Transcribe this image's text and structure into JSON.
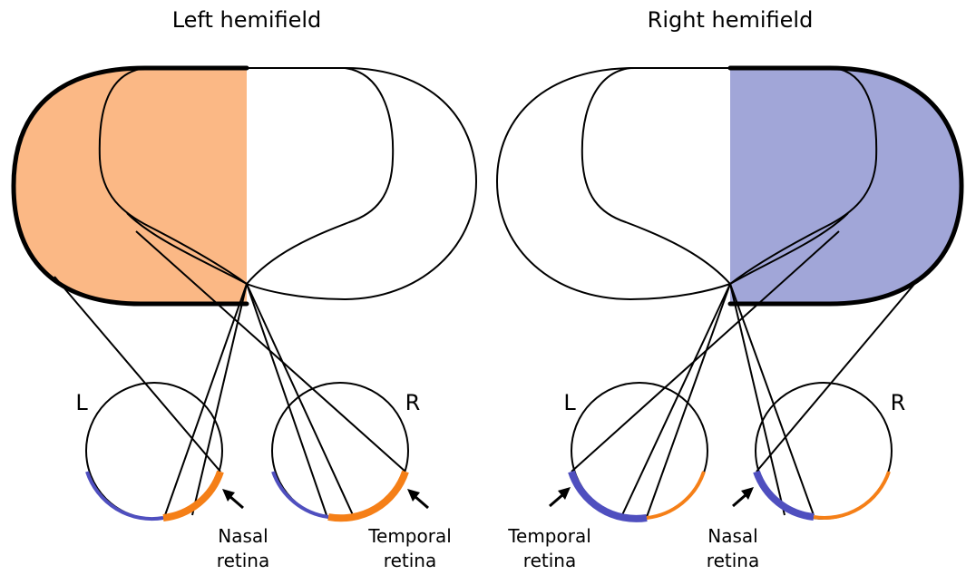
{
  "titles": {
    "left": "Left hemifield",
    "right": "Right hemifield"
  },
  "eye_labels": {
    "left_diagram_left_eye": "L",
    "left_diagram_right_eye": "R",
    "right_diagram_left_eye": "L",
    "right_diagram_right_eye": "R"
  },
  "retina_labels": {
    "left_nasal_line1": "Nasal",
    "left_nasal_line2": "retina",
    "left_temporal_line1": "Temporal",
    "left_temporal_line2": "retina",
    "right_temporal_line1": "Temporal",
    "right_temporal_line2": "retina",
    "right_nasal_line1": "Nasal",
    "right_nasal_line2": "retina"
  },
  "colors": {
    "left_hemifield_fill": "#fbb885",
    "right_hemifield_fill": "#a1a6d8",
    "orange_retina": "#f57f17",
    "blue_retina": "#4f4fbf",
    "outline": "#000000"
  }
}
